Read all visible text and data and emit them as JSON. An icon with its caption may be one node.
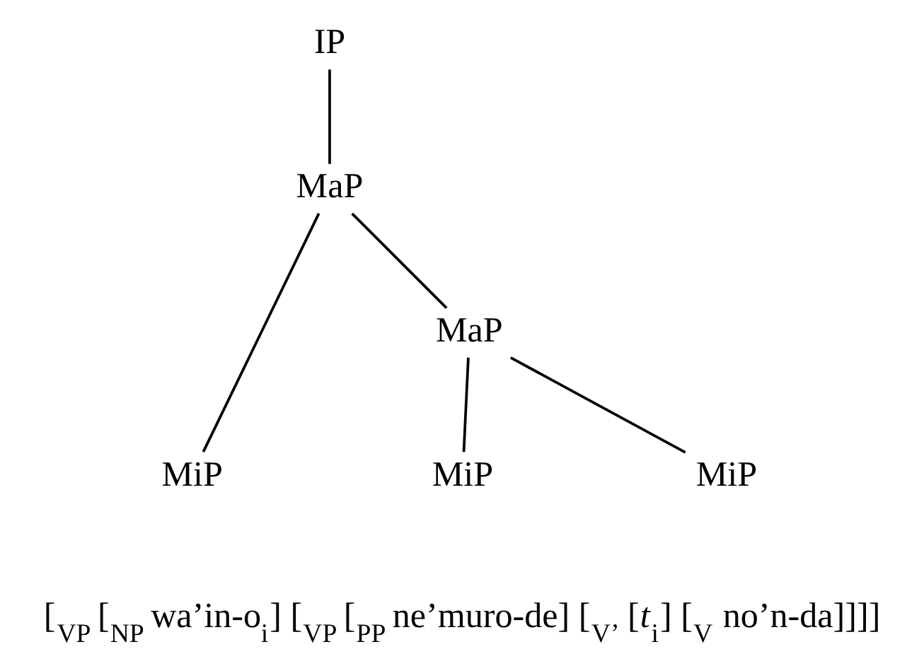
{
  "diagram": {
    "nodes": [
      {
        "text": [
          "IP"
        ]
      },
      {
        "text": [
          "MaP"
        ]
      },
      {
        "text": [
          "MaP"
        ]
      },
      {
        "text": [
          "MiP"
        ]
      },
      {
        "text": [
          "MiP"
        ]
      },
      {
        "text": [
          "MiP"
        ]
      }
    ],
    "edges": [
      {
        "from": 0,
        "to": 1,
        "arrow": "none"
      },
      {
        "from": 1,
        "to": 3,
        "arrow": "none"
      },
      {
        "from": 1,
        "to": 2,
        "arrow": "none"
      },
      {
        "from": 2,
        "to": 4,
        "arrow": "none"
      },
      {
        "from": 2,
        "to": 5,
        "arrow": "none"
      }
    ],
    "labels": [
      "[$_{VP}$ [$_{NP}$ wa’in-o$_{i}$] [$_{VP}$ [$_{PP}$ ne’muro-de] [$_{V’}$ [*t*$_{i}$] [$_{V}$ no’n-da]]]]"
    ]
  }
}
